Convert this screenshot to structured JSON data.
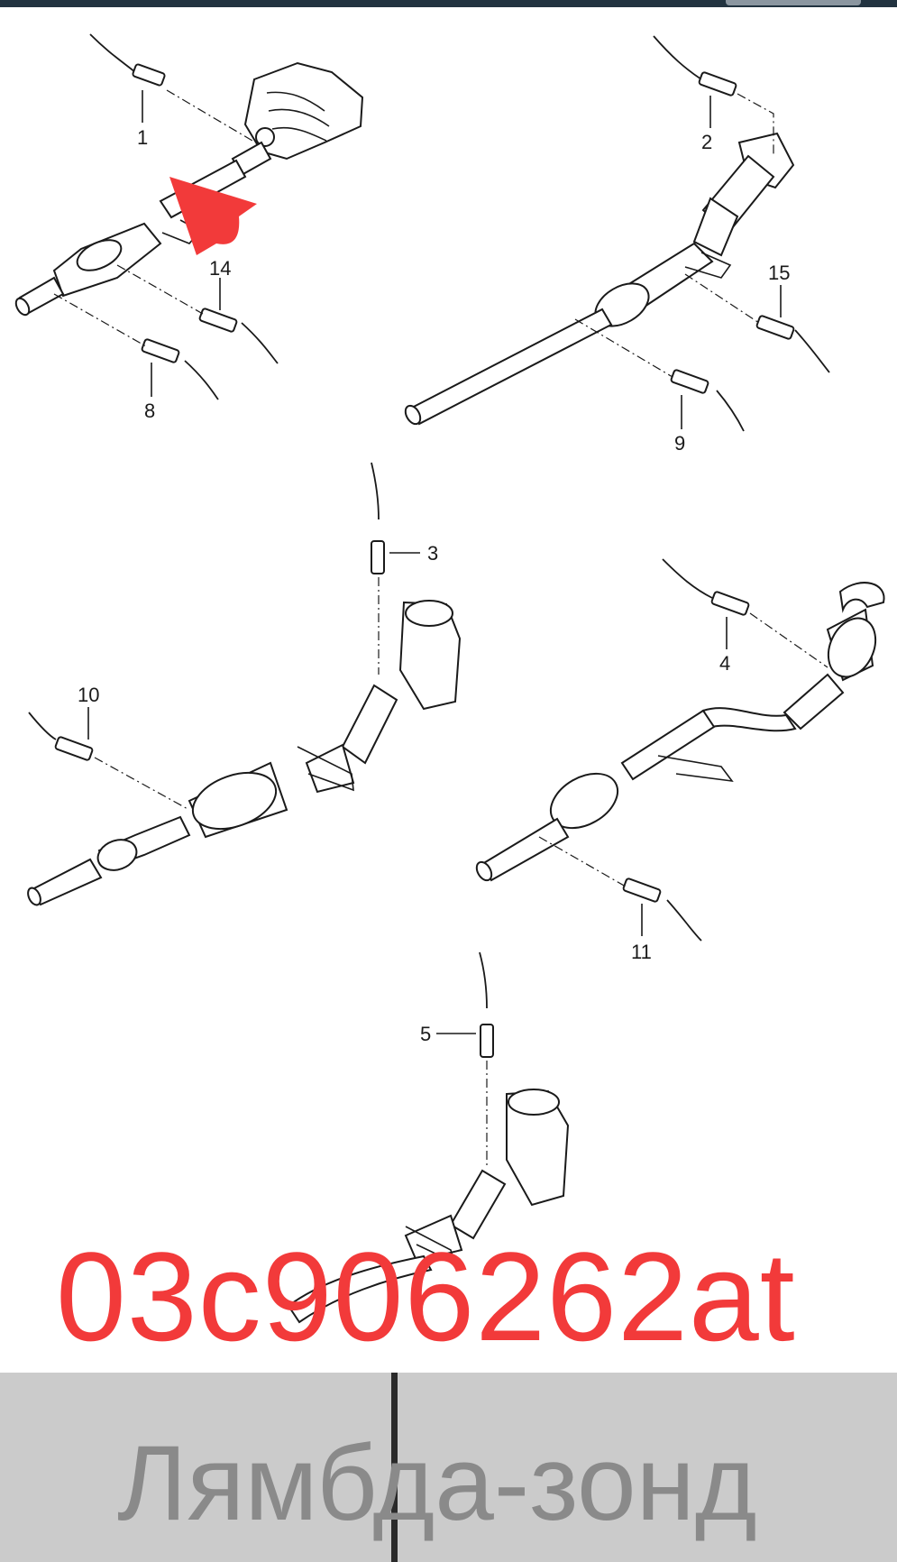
{
  "callouts": {
    "c1": "1",
    "c2": "2",
    "c3": "3",
    "c4": "4",
    "c5": "5",
    "c8": "8",
    "c9": "9",
    "c10": "10",
    "c11": "11",
    "c14": "14",
    "c15": "15"
  },
  "overlay": {
    "part_number": "03c906262at",
    "color": "#f23a3a"
  },
  "footer": {
    "label": "Лямбда-зонд"
  },
  "colors": {
    "line": "#1a1a1a",
    "footer_bg": "#cbcbcb",
    "footer_text": "#8a8a8a",
    "topbar": "#223340"
  }
}
